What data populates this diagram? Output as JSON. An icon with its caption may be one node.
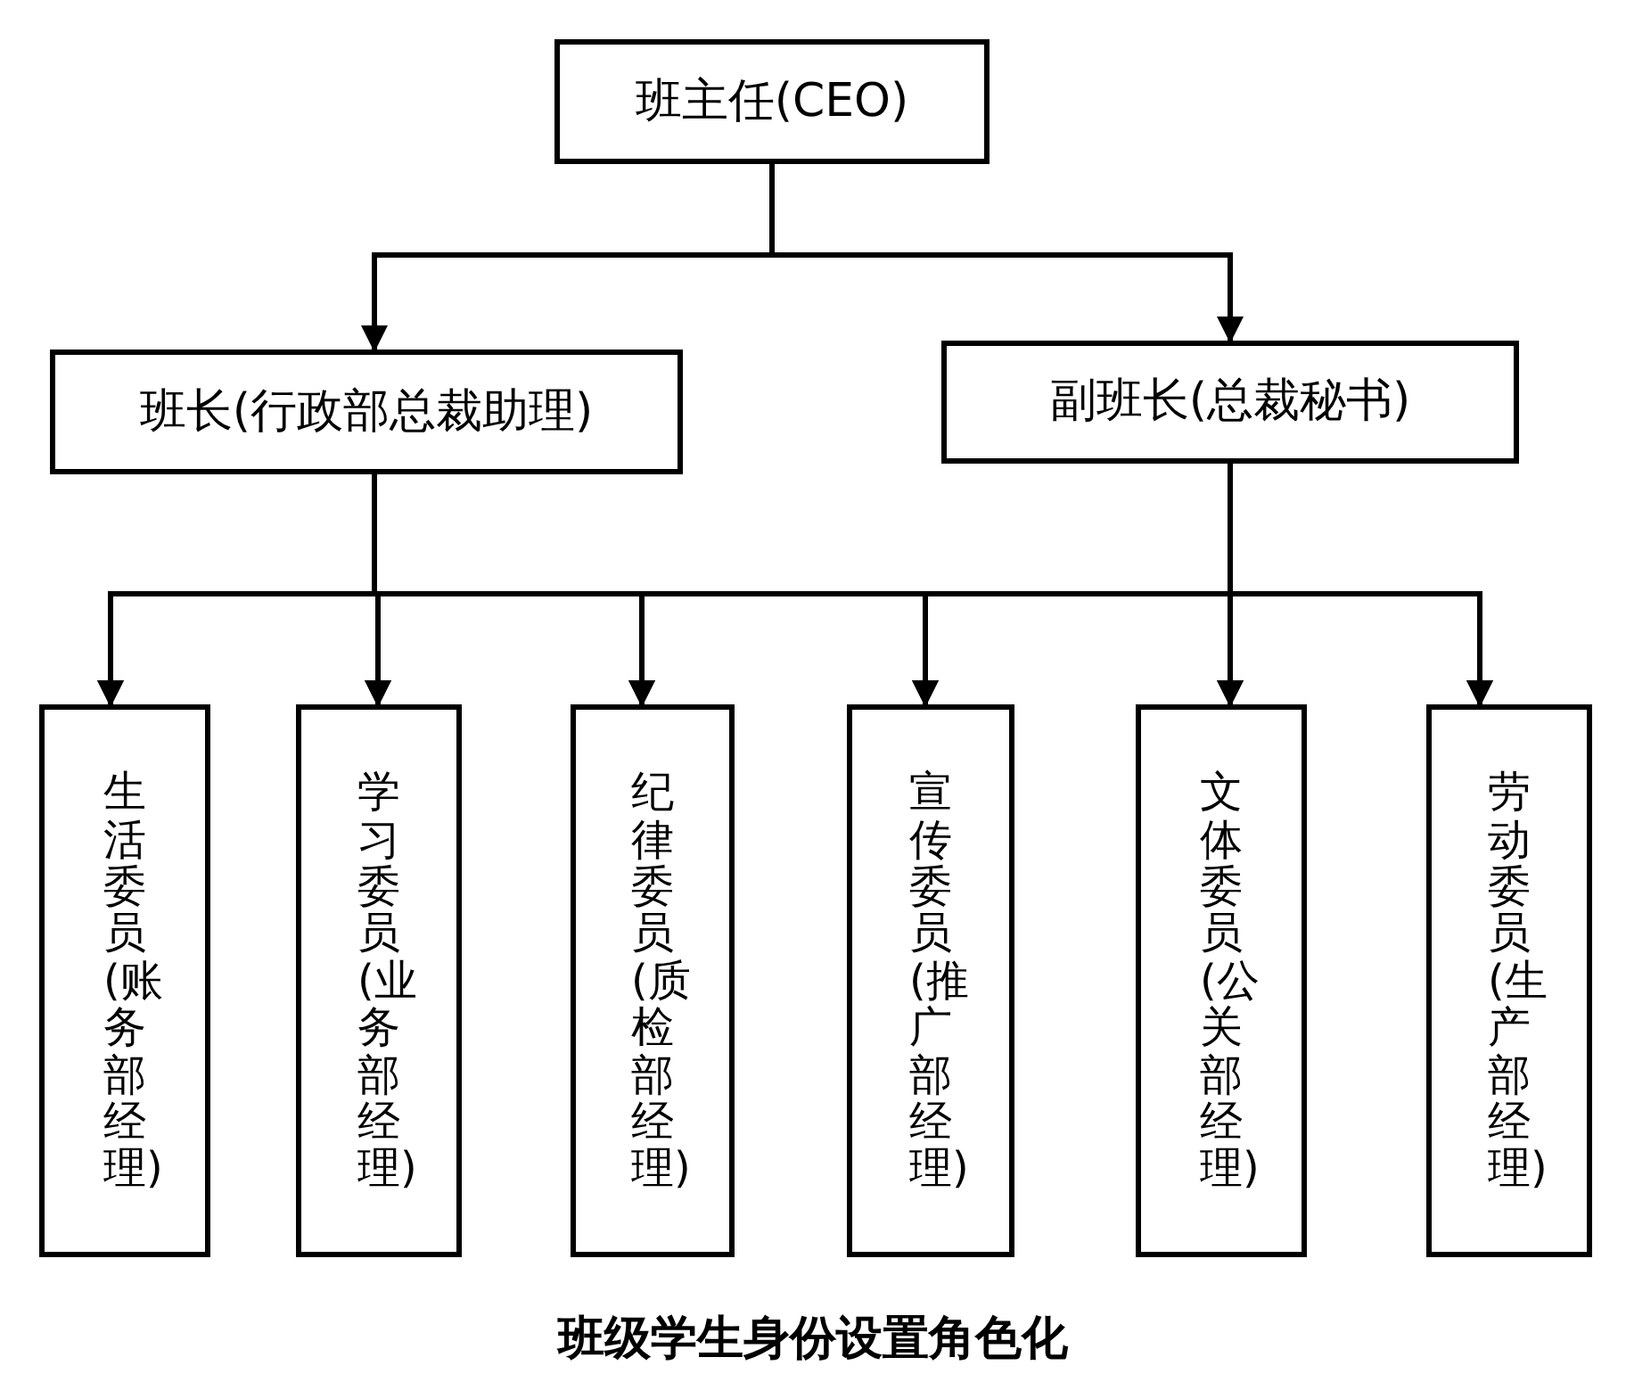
{
  "diagram": {
    "caption": "班级学生身份设置角色化",
    "nodes": [
      {
        "text": [
          "班主任(CEO)"
        ]
      },
      {
        "text": [
          "班长(行政部总裁助理)"
        ]
      },
      {
        "text": [
          "副班长(总裁秘书)"
        ]
      },
      {
        "text": [
          "生活委员(账务部经理)"
        ]
      },
      {
        "text": [
          "学习委员(业务部经理)"
        ]
      },
      {
        "text": [
          "纪律委员(质检部经理)"
        ]
      },
      {
        "text": [
          "宣传委员(推广部经理)"
        ]
      },
      {
        "text": [
          "文体委员(公关部经理)"
        ]
      },
      {
        "text": [
          "劳动委员(生产部经理)"
        ]
      }
    ],
    "edges": [
      {
        "from": 0,
        "to": 1,
        "arrow": "to"
      },
      {
        "from": 0,
        "to": 2,
        "arrow": "to"
      },
      {
        "from": 1,
        "to": 3,
        "arrow": "to"
      },
      {
        "from": 1,
        "to": 4,
        "arrow": "to"
      },
      {
        "from": 1,
        "to": 5,
        "arrow": "to"
      },
      {
        "from": 1,
        "to": 6,
        "arrow": "to"
      },
      {
        "from": 1,
        "to": 7,
        "arrow": "to"
      },
      {
        "from": 1,
        "to": 8,
        "arrow": "to"
      },
      {
        "from": 2,
        "to": 3,
        "arrow": "to"
      },
      {
        "from": 2,
        "to": 4,
        "arrow": "to"
      },
      {
        "from": 2,
        "to": 5,
        "arrow": "to"
      },
      {
        "from": 2,
        "to": 6,
        "arrow": "to"
      },
      {
        "from": 2,
        "to": 7,
        "arrow": "to"
      },
      {
        "from": 2,
        "to": 8,
        "arrow": "to"
      }
    ]
  }
}
